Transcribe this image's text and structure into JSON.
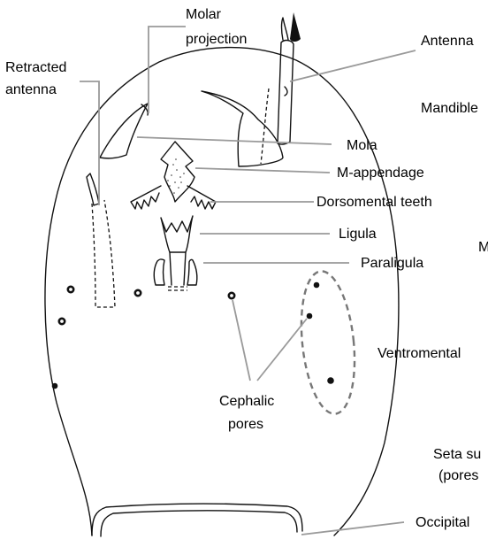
{
  "labels": {
    "molar_projection": [
      "Molar",
      "projection"
    ],
    "retracted_antenna": [
      "Retracted",
      "antenna"
    ],
    "antenna": "Antenna",
    "mandible": "Mandible",
    "mola": "Mola",
    "m_appendage": "M-appendage",
    "dorsomental_teeth": "Dorsomental teeth",
    "ligula": "Ligula",
    "paraligula": "Paraligula",
    "m_partial": "M",
    "ventromental": "Ventromental",
    "cephalic_pores": [
      "Cephalic",
      "pores"
    ],
    "seta_partial": [
      "Seta su",
      "(pores"
    ],
    "occipital": "Occipital"
  }
}
